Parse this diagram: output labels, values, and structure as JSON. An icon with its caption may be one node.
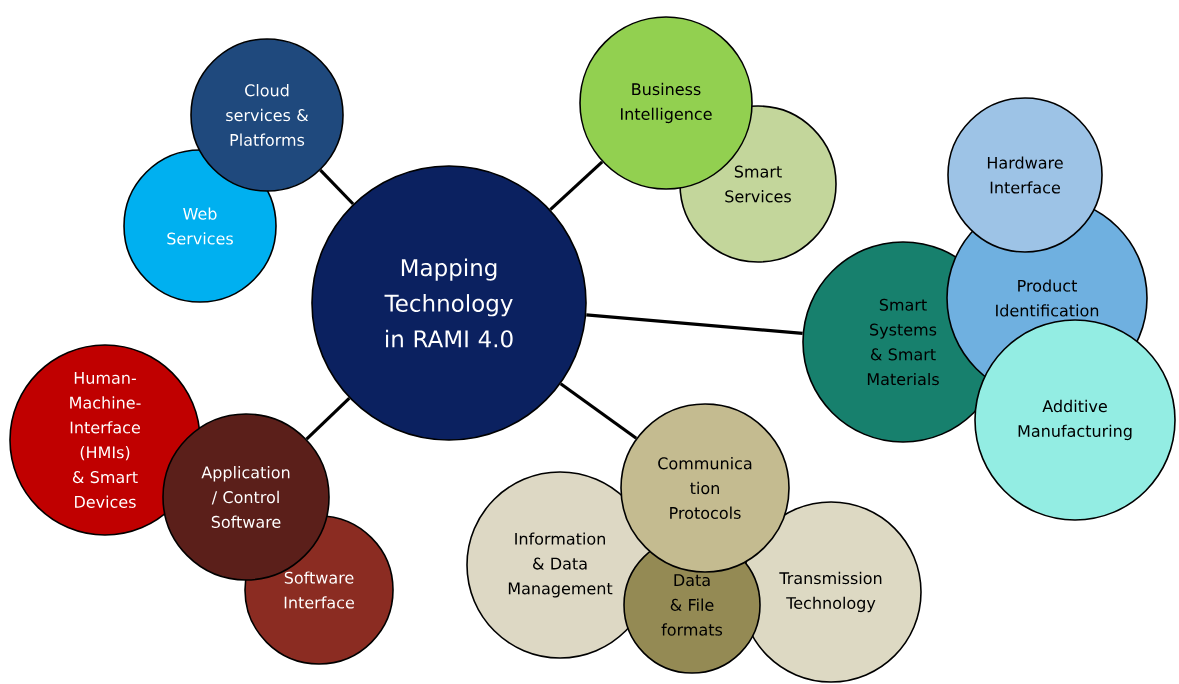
{
  "diagram": {
    "nodes": [
      {
        "text": [
          "Mapping Technology in RAMI 4.0"
        ]
      },
      {
        "text": [
          "Web Services"
        ]
      },
      {
        "text": [
          "Cloud services & Platforms"
        ]
      },
      {
        "text": [
          "Business Intelligence"
        ]
      },
      {
        "text": [
          "Smart Services"
        ]
      },
      {
        "text": [
          "Smart Systems & Smart Materials"
        ]
      },
      {
        "text": [
          "Hardware Interface"
        ]
      },
      {
        "text": [
          "Product Identification"
        ]
      },
      {
        "text": [
          "Additive Manufacturing"
        ]
      },
      {
        "text": [
          "Human-Machine-Interface (HMIs) & Smart Devices"
        ]
      },
      {
        "text": [
          "Application / Control Software"
        ]
      },
      {
        "text": [
          "Software Interface"
        ]
      },
      {
        "text": [
          "Communica tion Protocols"
        ]
      },
      {
        "text": [
          "Information & Data Management"
        ]
      },
      {
        "text": [
          "Data & File formats"
        ]
      },
      {
        "text": [
          "Transmission Technology"
        ]
      }
    ],
    "edges": [
      {
        "from": 0,
        "to": 2,
        "arrow": "none"
      },
      {
        "from": 0,
        "to": 3,
        "arrow": "none"
      },
      {
        "from": 0,
        "to": 5,
        "arrow": "none"
      },
      {
        "from": 0,
        "to": 10,
        "arrow": "none"
      },
      {
        "from": 0,
        "to": 12,
        "arrow": "none"
      }
    ]
  }
}
